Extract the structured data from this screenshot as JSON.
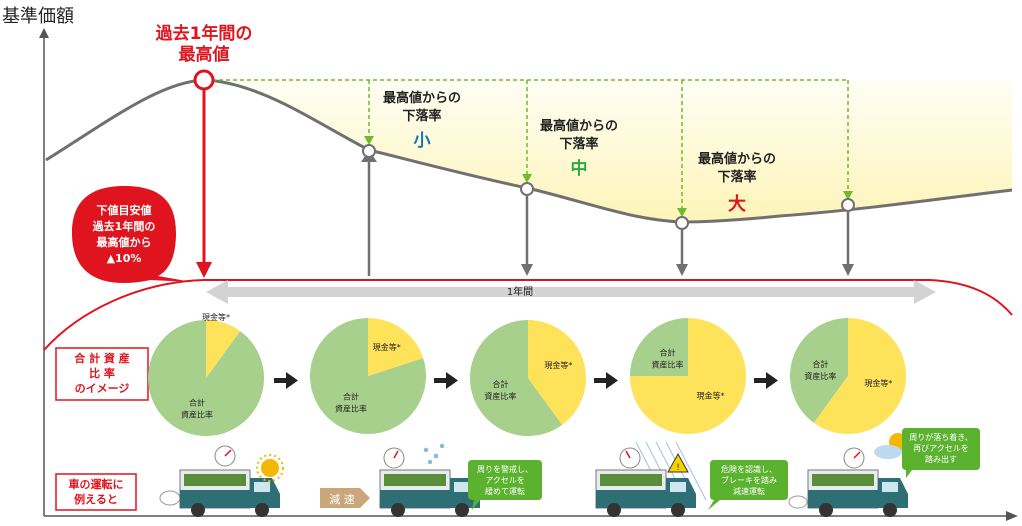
{
  "axis": {
    "y_label": "基準価額"
  },
  "peak": {
    "label_line1": "過去1年間の",
    "label_line2": "最高値"
  },
  "drops": [
    {
      "line1": "最高値からの",
      "line2": "下落率",
      "level": "小",
      "color": "#1a73b8"
    },
    {
      "line1": "最高値からの",
      "line2": "下落率",
      "level": "中",
      "color": "#2aa84a"
    },
    {
      "line1": "最高値からの",
      "line2": "下落率",
      "level": "大",
      "color": "#e0141e"
    }
  ],
  "bubble": {
    "line1": "下値目安値",
    "line2": "過去1年間の",
    "line3": "最高値から",
    "line4": "▲10%"
  },
  "period": {
    "label": "1年間"
  },
  "row_labels": {
    "asset": {
      "line1": "合 計 資 産",
      "line2": "比 率",
      "line3": "のイメージ"
    },
    "car": {
      "line1": "車の運転に",
      "line2": "例えると"
    }
  },
  "pies": [
    {
      "cash_label": "現金等*",
      "asset_label_1": "合計",
      "asset_label_2": "資産比率",
      "cash_fraction": 0.1
    },
    {
      "cash_label": "現金等*",
      "asset_label_1": "合計",
      "asset_label_2": "資産比率",
      "cash_fraction": 0.2
    },
    {
      "cash_label": "現金等*",
      "asset_label_1": "合計",
      "asset_label_2": "資産比率",
      "cash_fraction": 0.4
    },
    {
      "cash_label": "現金等*",
      "asset_label_1": "合計",
      "asset_label_2": "資産比率",
      "cash_fraction": 0.75
    },
    {
      "cash_label": "現金等*",
      "asset_label_1": "合計",
      "asset_label_2": "資産比率",
      "cash_fraction": 0.6
    }
  ],
  "cars": [
    {
      "weather": "sun-icon",
      "speech": []
    },
    {
      "weather": "rain-icon",
      "slow_label": "減 速",
      "speech": [
        "周りを警戒し、",
        "アクセルを",
        "緩めて運転"
      ]
    },
    {
      "weather": "heavy-rain-icon",
      "speech": [
        "危険を認識し、",
        "ブレーキを踏み",
        "減速運転"
      ]
    },
    {
      "weather": "cloud-sun-icon",
      "speech": [
        "周りが落ち着き、",
        "再びアクセルを",
        "踏み出す"
      ]
    }
  ],
  "colors": {
    "peak_red": "#e0141e",
    "curve_gray": "#707070",
    "pie_green": "#a8d08d",
    "pie_yellow": "#fde25a",
    "label_red": "#e0141e",
    "green_dash": "#6fba2c",
    "speech_green": "#5bb22f",
    "fill_yellow": "#fef7c4"
  }
}
